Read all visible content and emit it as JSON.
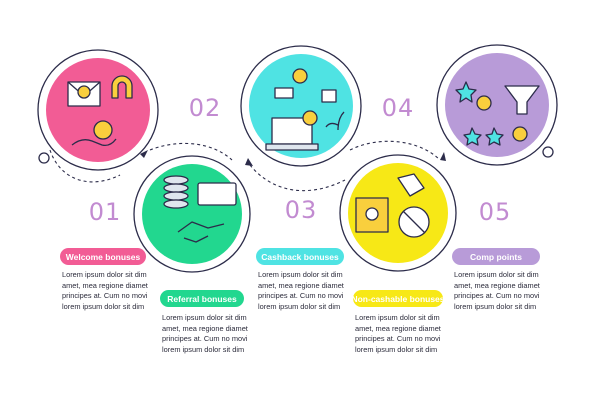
{
  "colors": {
    "outline": "#2c2c4a",
    "pink": "#f25c95",
    "green": "#22d78f",
    "cyan": "#4fe3e3",
    "yellow": "#f7e816",
    "purple": "#b89bd8",
    "coin": "#f9cf3d",
    "number": "#c28bd1"
  },
  "steps": [
    {
      "number": "01",
      "title": "Welcome bonuses",
      "description": [
        "Lorem ipsum dolor sit dim",
        "amet, mea regione diamet",
        "principes at. Cum no movi",
        "lorem ipsum dolor sit dim"
      ],
      "icon": "envelope-coin-horseshoe-hand-icon"
    },
    {
      "number": "02",
      "title": "Referral bonuses",
      "description": [
        "Lorem ipsum dolor sit dim",
        "amet, mea regione diamet",
        "principes at. Cum no movi",
        "lorem ipsum dolor sit dim"
      ],
      "icon": "coins-handshake-browser-icon"
    },
    {
      "number": "03",
      "title": "Cashback bonuses",
      "description": [
        "Lorem ipsum dolor sit dim",
        "amet, mea regione diamet",
        "principes at. Cum no movi",
        "lorem ipsum dolor sit dim"
      ],
      "icon": "laptop-cashback-plant-icon"
    },
    {
      "number": "04",
      "title": "Non-cashable bonuses",
      "description": [
        "Lorem ipsum dolor sit dim",
        "amet, mea regione diamet",
        "principes at. Cum no movi",
        "lorem ipsum dolor sit dim"
      ],
      "icon": "tag-box-no-cash-icon"
    },
    {
      "number": "05",
      "title": "Comp points",
      "description": [
        "Lorem ipsum dolor sit dim",
        "amet, mea regione diamet",
        "principes at. Cum no movi",
        "lorem ipsum dolor sit dim"
      ],
      "icon": "stars-funnel-coins-icon"
    }
  ]
}
